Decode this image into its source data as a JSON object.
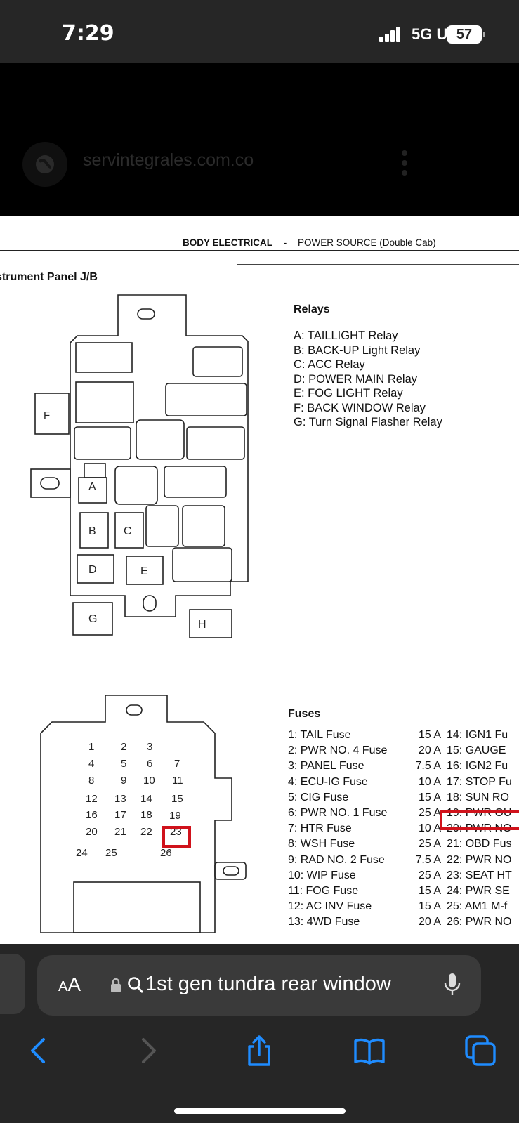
{
  "status": {
    "time": "7:29",
    "network": "5G UC",
    "battery": "57"
  },
  "browser": {
    "site": "servintegrales.com.co"
  },
  "document": {
    "header_bold": "BODY ELECTRICAL",
    "header_sep": "-",
    "header_rest": "POWER SOURCE (Double Cab)",
    "panel_title": "strument Panel J/B",
    "relay_labels": [
      "A",
      "B",
      "C",
      "D",
      "E",
      "F",
      "G",
      "H"
    ],
    "relays_title": "Relays",
    "relays": [
      "A: TAILLIGHT Relay",
      "B: BACK-UP Light Relay",
      "C: ACC Relay",
      "D: POWER MAIN Relay",
      "E: FOG LIGHT Relay",
      "F: BACK WINDOW Relay",
      "G: Turn Signal Flasher Relay"
    ],
    "fuses_title": "Fuses",
    "fuses_left": [
      {
        "name": "1: TAIL Fuse",
        "amp": "15 A"
      },
      {
        "name": "2: PWR NO. 4 Fuse",
        "amp": "20 A"
      },
      {
        "name": "3: PANEL Fuse",
        "amp": "7.5 A"
      },
      {
        "name": "4: ECU-IG Fuse",
        "amp": "10 A"
      },
      {
        "name": "5: CIG Fuse",
        "amp": "15 A"
      },
      {
        "name": "6: PWR NO. 1 Fuse",
        "amp": "25 A"
      },
      {
        "name": "7: HTR Fuse",
        "amp": "10 A"
      },
      {
        "name": "8: WSH Fuse",
        "amp": "25 A"
      },
      {
        "name": "9: RAD NO. 2 Fuse",
        "amp": "7.5 A"
      },
      {
        "name": "10: WIP Fuse",
        "amp": "25 A"
      },
      {
        "name": "11: FOG Fuse",
        "amp": "15 A"
      },
      {
        "name": "12: AC INV Fuse",
        "amp": "15 A"
      },
      {
        "name": "13: 4WD Fuse",
        "amp": "20 A"
      }
    ],
    "fuses_right": [
      "14: IGN1 Fu",
      "15: GAUGE",
      "16: IGN2 Fu",
      "17: STOP Fu",
      "18: SUN RO",
      "19: PWR OU",
      "20: PWR NO",
      "21: OBD Fus",
      "22: PWR NO",
      "23: SEAT HT",
      "24: PWR SE",
      "25: AM1 M-f",
      "26: PWR NO"
    ],
    "fuse_numbers": [
      "1",
      "2",
      "3",
      "4",
      "5",
      "6",
      "7",
      "8",
      "9",
      "10",
      "11",
      "12",
      "13",
      "14",
      "15",
      "16",
      "17",
      "18",
      "19",
      "20",
      "21",
      "22",
      "23",
      "24",
      "25",
      "26"
    ]
  },
  "search": {
    "aa_small": "A",
    "aa_large": "A",
    "query": "1st gen tundra rear window"
  }
}
